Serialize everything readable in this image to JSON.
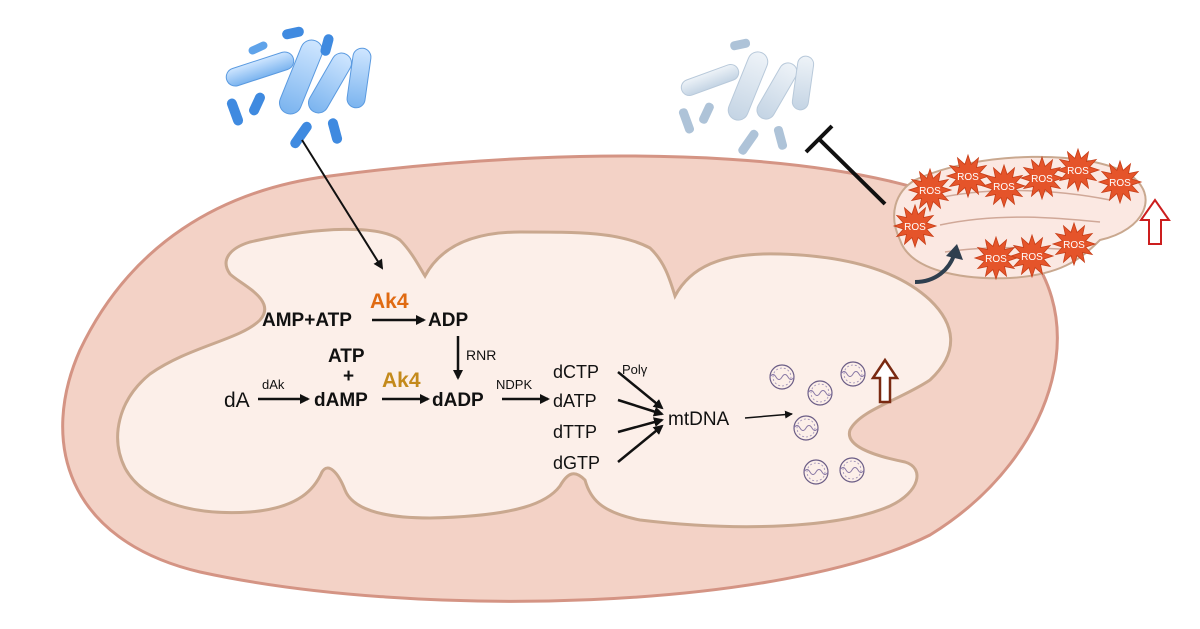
{
  "pathway": {
    "amp_atp": "AMP+ATP",
    "adp_top": "ADP",
    "ak4_top": "Ak4",
    "rnr": "RNR",
    "atp_stack": "ATP",
    "plus": "+",
    "damp": "dAMP",
    "da": "dA",
    "dak": "dAk",
    "ak4_mid": "Ak4",
    "dadp": "dADP",
    "ndpk": "NDPK",
    "dctp": "dCTP",
    "datp": "dATP",
    "dttp": "dTTP",
    "dgtp": "dGTP",
    "pol": "Polγ",
    "mtdna": "mtDNA"
  },
  "ros": {
    "label": "ROS"
  },
  "colors": {
    "ak4_top": "#e06a12",
    "ak4_mid": "#c48a1c",
    "ros_burst": "#e5542a",
    "up_arrow_ros": "#cc1e1e",
    "up_arrow_dna": "#7a2a12",
    "outer_membrane": "#f2cfc4",
    "matrix": "#fbece6",
    "drug_blue": "#4b96e6",
    "drug_faded": "#a9c3dd"
  },
  "icons": {
    "drug_particles": "capsule-cluster-icon",
    "drug_particles_faded": "capsule-cluster-faded-icon",
    "inhibition": "inhibition-bar-icon",
    "ros_mito": "damaged-mitochondrion-icon",
    "up_arrow": "up-arrow-icon",
    "mtdna_circle": "circular-dna-icon"
  }
}
